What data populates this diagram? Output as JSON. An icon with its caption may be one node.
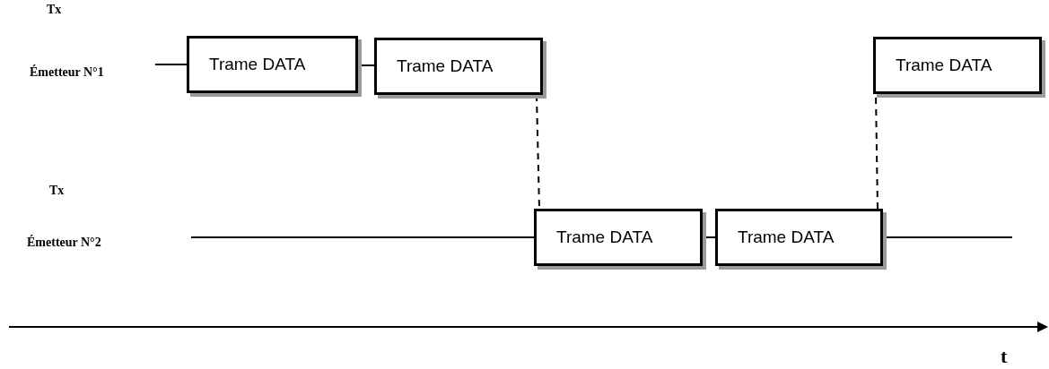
{
  "diagram": {
    "nodes": [
      {
        "text": [
          "Trame DATA"
        ]
      },
      {
        "text": [
          "Trame DATA"
        ]
      },
      {
        "text": [
          "Trame DATA"
        ]
      },
      {
        "text": [
          "Trame DATA"
        ]
      },
      {
        "text": [
          "Trame DATA"
        ]
      }
    ],
    "edges": [
      {
        "from": null,
        "to": 0,
        "arrow": "none"
      },
      {
        "from": 0,
        "to": 1,
        "arrow": "none"
      },
      {
        "from": 1,
        "to": 3,
        "arrow": "none",
        "style": "dashed"
      },
      {
        "from": null,
        "to": 3,
        "arrow": "none"
      },
      {
        "from": 3,
        "to": 4,
        "arrow": "none"
      },
      {
        "from": 4,
        "to": 2,
        "arrow": "none",
        "style": "dashed"
      },
      {
        "from": 4,
        "to": null,
        "arrow": "none"
      }
    ],
    "labels": [
      "Tx",
      "Émetteur N°1",
      "Tx",
      "Émetteur N°2",
      "t"
    ]
  }
}
